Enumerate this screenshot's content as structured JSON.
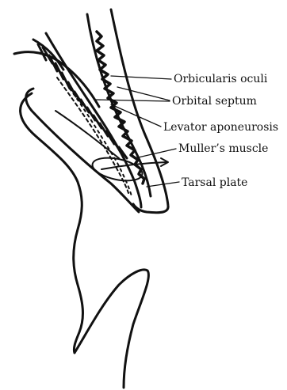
{
  "labels": {
    "orbicularis_oculi": "Orbicularis oculi",
    "orbital_septum": "Orbital septum",
    "levator_aponeurosis": "Levator aponeurosis",
    "mullers_muscle": "Muller’s muscle",
    "tarsal_plate": "Tarsal plate"
  },
  "colors": {
    "ink": "#111111",
    "background": "#ffffff"
  }
}
